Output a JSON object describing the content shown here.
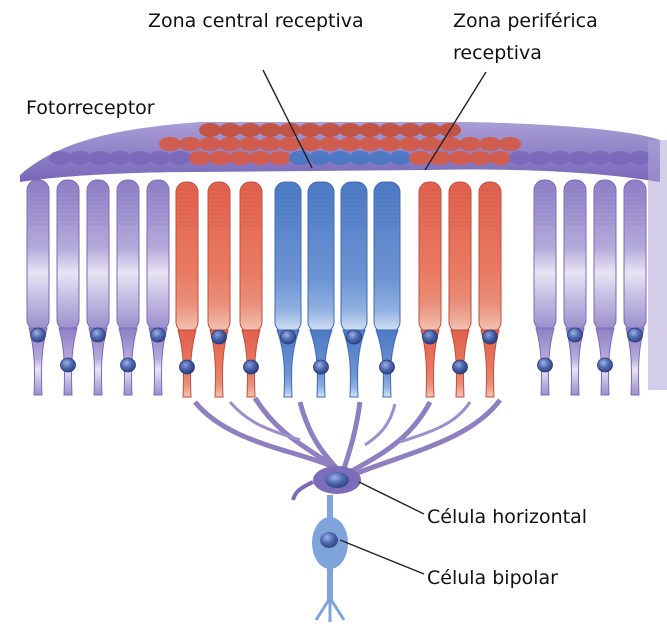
{
  "labels": {
    "central": "Zona central receptiva",
    "periferica_line1": "Zona periférica",
    "periferica_line2": "receptiva",
    "fotorreceptor": "Fotorreceptor",
    "horizontal": "Célula horizontal",
    "bipolar": "Célula bipolar"
  },
  "colors": {
    "background": "#ffffff",
    "surround_violet": "#8f82c9",
    "surround_red": "#d8604f",
    "center_blue": "#5b86c9",
    "nucleus": "#4f6cae",
    "dendrite": "#8e7fc0",
    "leader_line": "#222222"
  }
}
